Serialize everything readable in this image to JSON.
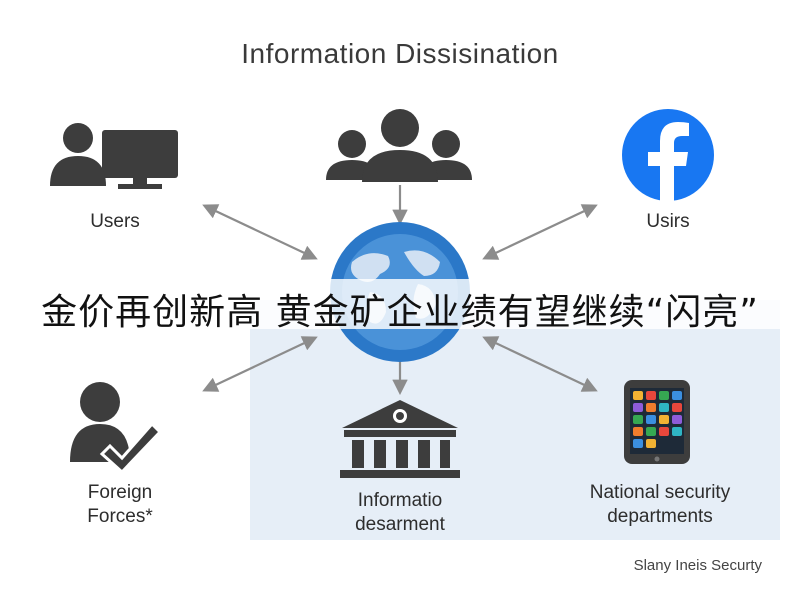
{
  "title": "Information Dissisination",
  "banner": "金价再创新高 黄金矿企业绩有望继续“闪亮”",
  "footer": "Slany Ineis Securty",
  "nodes": {
    "users": {
      "label": "Users",
      "icon": "user-computer-icon"
    },
    "group": {
      "icon": "people-group-icon"
    },
    "facebook": {
      "label": "Usirs",
      "icon": "facebook-icon"
    },
    "hub": {
      "icon": "globe-icon"
    },
    "foreign": {
      "label": "Foreign\nForces*",
      "icon": "person-check-icon"
    },
    "department": {
      "label": "Informatio\ndesarment",
      "icon": "bank-building-icon"
    },
    "security": {
      "label": "National security\ndepartments",
      "icon": "smartphone-icon"
    }
  },
  "colors": {
    "icon": "#3d3d3d",
    "arrow": "#8c8c8c",
    "hub": "#2b78c8",
    "facebook": "#1877f2",
    "panel": "#e6eef7"
  }
}
